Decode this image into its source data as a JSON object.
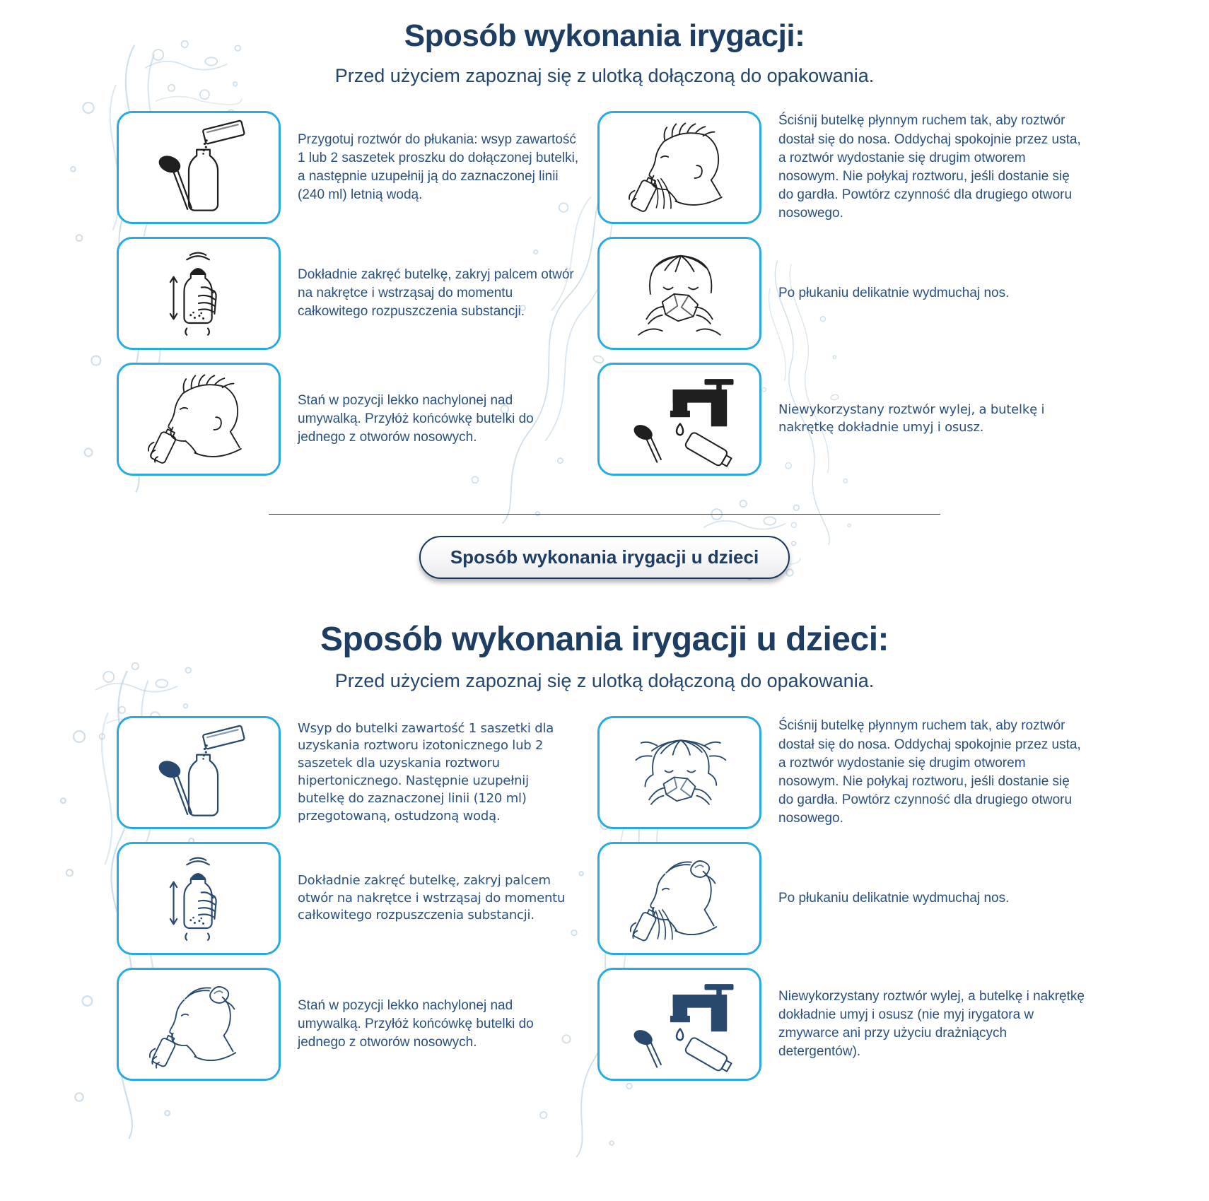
{
  "colors": {
    "title": "#1d3d63",
    "body_text": "#2a5082",
    "box_border": "#29abe2",
    "divider": "#25476f",
    "splash": "#a9c6dc",
    "ink_adult": "#1f1f1f",
    "ink_child": "#29486d"
  },
  "section_adults": {
    "title": "Sposób wykonania irygacji:",
    "subtitle": "Przed użyciem zapoznaj się z ulotką dołączoną do opakowania.",
    "steps": [
      {
        "icon": "sachet-pour-bottle",
        "text": "Przygotuj roztwór do płukania: wsyp zawartość 1 lub 2 saszetek proszku do dołączonej butelki, a następnie uzupełnij ją do zaznaczonej linii (240 ml) letnią wodą."
      },
      {
        "icon": "shake-bottle",
        "text": "Dokładnie zakręć butelkę, zakryj palcem otwór na nakrętce i wstrząsaj do momentu całkowitego rozpuszczenia substancji."
      },
      {
        "icon": "adult-lean-bottle-to-nose",
        "text": "Stań w pozycji lekko nachylonej nad umywalką. Przyłóż końcówkę butelki do jednego z otworów nosowych."
      },
      {
        "icon": "adult-squeeze-bottle-nose-stream",
        "text": "Ściśnij butelkę płynnym ruchem tak, aby roztwór dostał się do nosa. Oddychaj spokojnie przez usta, a roztwór wydostanie się drugim otworem nosowym. Nie połykaj roztworu, jeśli dostanie się do gardła. Powtórz czynność dla drugiego otworu nosowego."
      },
      {
        "icon": "adult-blow-nose-tissue",
        "text": "Po płukaniu delikatnie wydmuchaj nos."
      },
      {
        "icon": "faucet-wash-parts",
        "text": "Niewykorzystany roztwór wylej, a butelkę i nakrętkę dokładnie umyj i osusz."
      }
    ]
  },
  "children_link": {
    "label": "Sposób wykonania irygacji u dzieci"
  },
  "section_children": {
    "title": "Sposób wykonania irygacji u dzieci:",
    "subtitle": "Przed użyciem zapoznaj się z ulotką dołączoną do opakowania.",
    "steps": [
      {
        "icon": "sachet-pour-bottle",
        "text": "Wsyp do butelki zawartość 1 saszetki dla uzyskania roztworu izotonicznego lub 2 saszetek dla uzyskania roztworu hipertonicznego. Następnie uzupełnij butelkę do zaznaczonej linii (120 ml) przegotowaną, ostudzoną wodą."
      },
      {
        "icon": "shake-bottle",
        "text": "Dokładnie zakręć butelkę, zakryj palcem otwór na nakrętce i wstrząsaj do momentu całkowitego rozpuszczenia substancji."
      },
      {
        "icon": "child-lean-bottle-to-nose",
        "text": "Stań w pozycji lekko nachylonej nad umywalką. Przyłóż końcówkę butelki do jednego z otworów nosowych."
      },
      {
        "icon": "child-blow-nose-tissue",
        "text": "Ściśnij butelkę płynnym ruchem tak, aby roztwór dostał się do nosa. Oddychaj spokojnie przez usta, a roztwór wydostanie się drugim otworem nosowym. Nie połykaj roztworu, jeśli dostanie się do gardła. Powtórz czynność dla drugiego otworu nosowego."
      },
      {
        "icon": "child-squeeze-bottle-nose",
        "text": "Po płukaniu delikatnie wydmuchaj nos."
      },
      {
        "icon": "faucet-wash-parts",
        "text": "Niewykorzystany roztwór wylej, a butelkę i nakrętkę dokładnie umyj i osusz (nie myj irygatora w zmywarce ani przy użyciu drażniących detergentów)."
      }
    ]
  }
}
